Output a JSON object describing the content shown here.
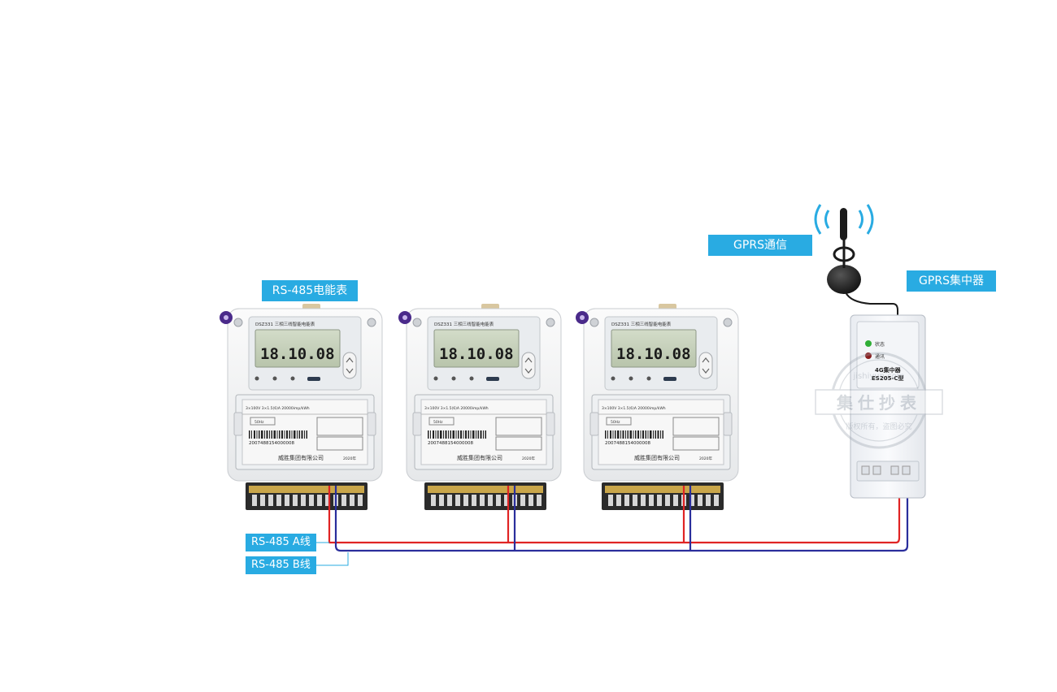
{
  "labels": {
    "meter": "RS-485电能表",
    "gprs_comm": "GPRS通信",
    "concentrator": "GPRS集中器",
    "line_a": "RS-485 A线",
    "line_b": "RS-485 B线"
  },
  "meters": [
    {
      "model": "DSZ331 三相三线智能电能表",
      "reading": "18.10.08",
      "spec": "3×100V  3×1.5(6)A  20000imp/kWh",
      "freq": "50Hz",
      "serial": "2007488154000008",
      "manufacturer": "威胜集团有限公司",
      "year": "2020年"
    },
    {
      "model": "DSZ331 三相三线智能电能表",
      "reading": "18.10.08",
      "spec": "3×100V  3×1.5(6)A  20000imp/kWh",
      "freq": "50Hz",
      "serial": "2007488154000008",
      "manufacturer": "威胜集团有限公司",
      "year": "2020年"
    },
    {
      "model": "DSZ331 三相三线智能电能表",
      "reading": "18.10.08",
      "spec": "3×100V  3×1.5(6)A  20000imp/kWh",
      "freq": "50Hz",
      "serial": "2007488154000008",
      "manufacturer": "威胜集团有限公司",
      "year": "2020年"
    }
  ],
  "concentrator_device": {
    "status_label": "状态",
    "comm_label": "通讯",
    "type_label": "4G集中器",
    "model": "ES205-C型"
  },
  "watermark": {
    "text": "集仕抄表",
    "url": "jishiyun.com",
    "slogan": "版权所有，盗图必究"
  },
  "colors": {
    "tag_blue": "#29abe2",
    "wire_a": "#e02424",
    "wire_b": "#2a2e9c"
  }
}
